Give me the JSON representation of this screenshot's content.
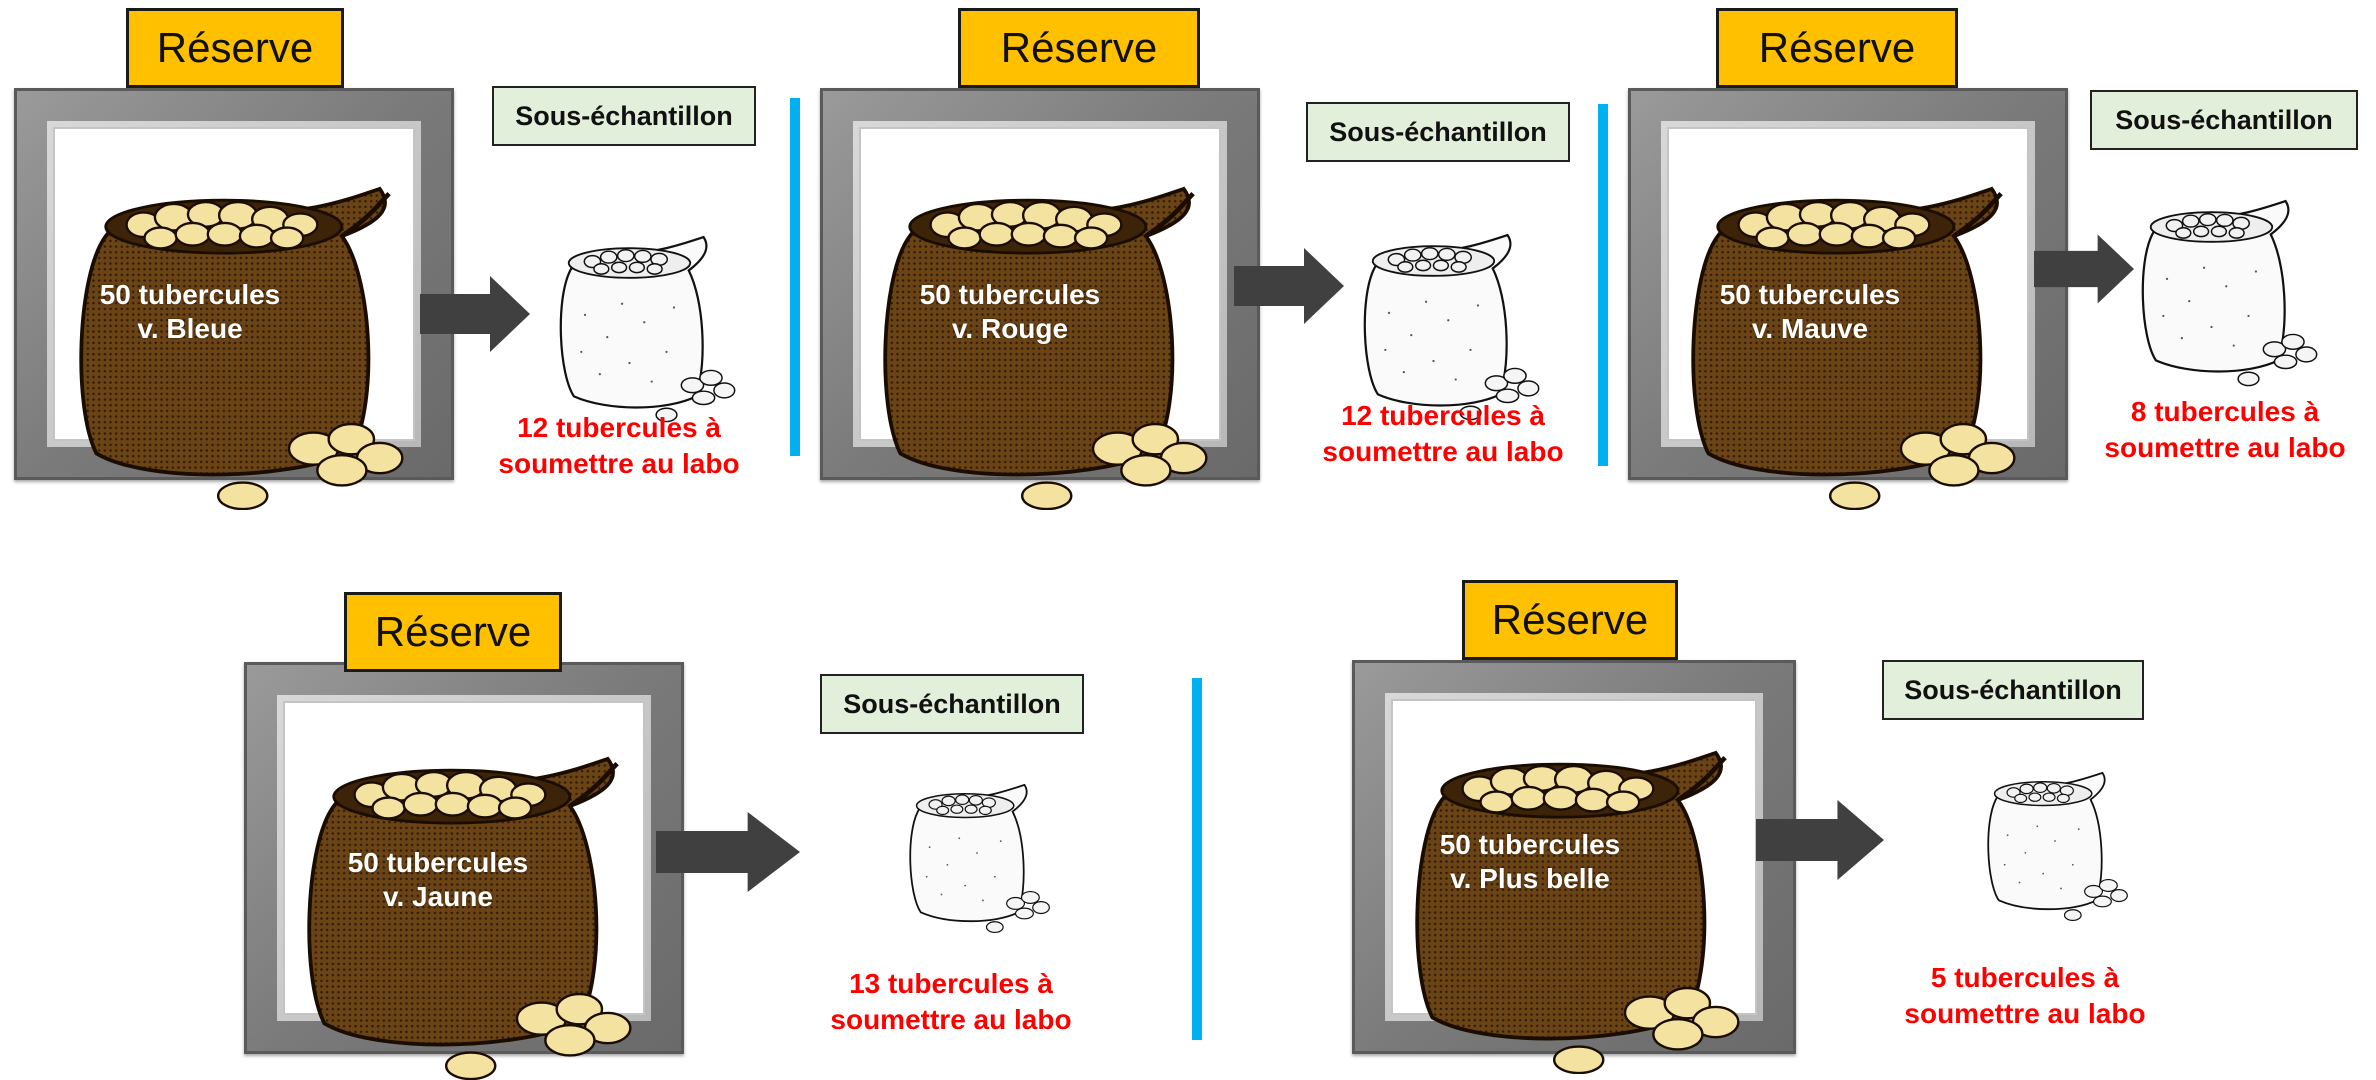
{
  "colors": {
    "reserve_bg": "#ffc000",
    "subsample_bg": "#e2efda",
    "result_text": "#ff0000",
    "divider": "#00b0f0",
    "arrow": "#404040",
    "sack": "#5b3a10"
  },
  "reserve_label": "Réserve",
  "subsample_label": "Sous-échantillon",
  "groups": [
    {
      "count": "50 tubercules",
      "variety": "v. Bleue",
      "result_line1": "12 tubercules à",
      "result_line2": "soumettre au labo"
    },
    {
      "count": "50 tubercules",
      "variety": "v. Rouge",
      "result_line1": "12 tubercules à",
      "result_line2": "soumettre au labo"
    },
    {
      "count": "50 tubercules",
      "variety": "v. Mauve",
      "result_line1": "8 tubercules à",
      "result_line2": "soumettre au labo"
    },
    {
      "count": "50 tubercules",
      "variety": "v. Jaune",
      "result_line1": "13 tubercules à",
      "result_line2": "soumettre au labo"
    },
    {
      "count": "50 tubercules",
      "variety": "v. Plus belle",
      "result_line1": "5 tubercules à",
      "result_line2": "soumettre au labo"
    }
  ]
}
